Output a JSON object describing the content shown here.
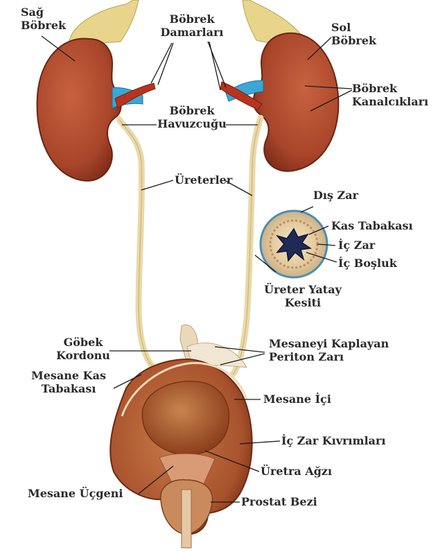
{
  "labels": {
    "right_kidney": [
      "Sağ",
      "Böbrek"
    ],
    "renal_vessels": [
      "Böbrek",
      "Damarları"
    ],
    "left_kidney": [
      "Sol",
      "Böbrek"
    ],
    "renal_tubules": [
      "Böbrek",
      "Kanalcıkları"
    ],
    "renal_pelvis": [
      "Böbrek",
      "Havuzcuğu"
    ],
    "ureters": "Üreterler",
    "outer_layer": "Dış Zar",
    "muscle_layer": "Kas Tabakası",
    "inner_layer": "İç Zar",
    "lumen": "İç Boşluk",
    "ureter_cross_section": [
      "Üreter Yatay",
      "Kesiti"
    ],
    "umbilical_cord": [
      "Göbek",
      "Kordonu"
    ],
    "peritoneum": [
      "Mesaneyi Kaplayan",
      "Periton Zarı"
    ],
    "bladder_muscle": [
      "Mesane Kas",
      "Tabakası"
    ],
    "bladder_interior": "Mesane İçi",
    "mucosal_folds": "İç Zar Kıvrımları",
    "urethral_opening": "Üretra Ağzı",
    "trigone": "Mesane Üçgeni",
    "prostate": "Prostat Bezi"
  },
  "colors": {
    "kidney": "#a8452a",
    "kidney_dark": "#7a2a16",
    "vessel_blue": "#3aa7d6",
    "vessel_red": "#b8331e",
    "fat_yellow": "#e8d48a",
    "ureter": "#ead9a8",
    "bladder": "#b55b34",
    "label_text": "#2a2a2a"
  }
}
